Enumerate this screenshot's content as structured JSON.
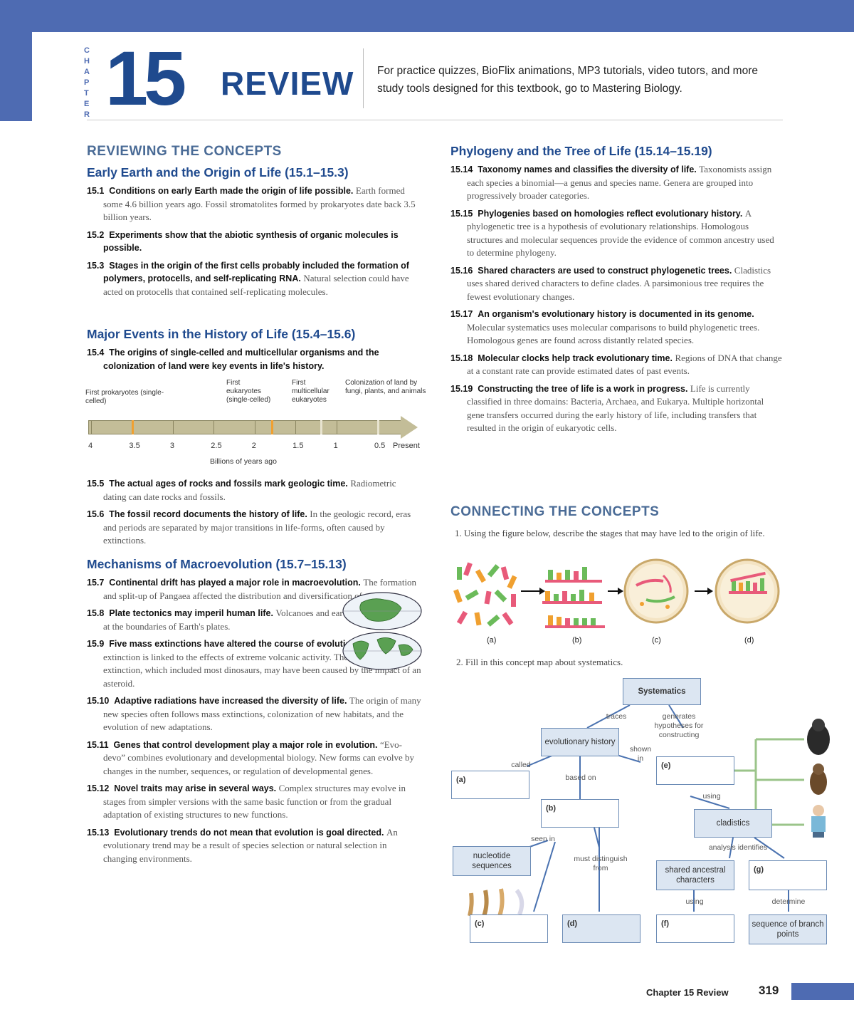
{
  "header": {
    "chapter_vertical": "CHAPTER",
    "number": "15",
    "title": "REVIEW",
    "practice_text": "For practice quizzes, BioFlix animations, MP3 tutorials, video tutors, and more study tools designed for this textbook, go to Mastering Biology."
  },
  "left": {
    "heading": "REVIEWING THE CONCEPTS",
    "s1": {
      "title": "Early Earth and the Origin of Life (15.1–15.3)",
      "items": [
        {
          "num": "15.1",
          "bold": "Conditions on early Earth made the origin of life possible.",
          "body": "Earth formed some 4.6 billion years ago. Fossil stromatolites formed by prokaryotes date back 3.5 billion years."
        },
        {
          "num": "15.2",
          "bold": "Experiments show that the abiotic synthesis of organic molecules is possible.",
          "body": ""
        },
        {
          "num": "15.3",
          "bold": "Stages in the origin of the first cells probably included the formation of polymers, protocells, and self-replicating RNA.",
          "body": "Natural selection could have acted on protocells that contained self-replicating molecules."
        }
      ]
    },
    "s2": {
      "title": "Major Events in the History of Life (15.4–15.6)",
      "item4": {
        "num": "15.4",
        "bold": "The origins of single-celled and multicellular organisms and the colonization of land were key events in life's history.",
        "body": ""
      },
      "items": [
        {
          "num": "15.5",
          "bold": "The actual ages of rocks and fossils mark geologic time.",
          "body": "Radiometric dating can date rocks and fossils."
        },
        {
          "num": "15.6",
          "bold": "The fossil record documents the history of life.",
          "body": "In the geologic record, eras and periods are separated by major transitions in life-forms, often caused by extinctions."
        }
      ]
    },
    "timeline": {
      "label_prok": "First prokaryotes (single-celled)",
      "label_euk": "First eukaryotes (single-celled)",
      "label_multi": "First multicellular eukaryotes",
      "label_colon": "Colonization of land by fungi, plants, and animals",
      "ticks": [
        "4",
        "3.5",
        "3",
        "2.5",
        "2",
        "1.5",
        "1",
        "0.5",
        "Present"
      ],
      "axis_label": "Billions of years ago",
      "events_bya": [
        3.5,
        1.8,
        1.2,
        0.5
      ],
      "colors": {
        "bar": "#c3bd98",
        "marker_orange": "#f0a030",
        "marker_light": "#e8e4d0"
      }
    },
    "s3": {
      "title": "Mechanisms of Macroevolution (15.7–15.13)",
      "items": [
        {
          "num": "15.7",
          "bold": "Continental drift has played a major role in macroevolution.",
          "body": "The formation and split-up of Pangaea affected the distribution and diversification of organisms."
        },
        {
          "num": "15.8",
          "bold": "Plate tectonics may imperil human life.",
          "body": "Volcanoes and earthquakes often occur at the boundaries of Earth's plates."
        },
        {
          "num": "15.9",
          "bold": "Five mass extinctions have altered the course of evolution.",
          "body": "The Permian extinction is linked to the effects of extreme volcanic activity. The Cretaceous extinction, which included most dinosaurs, may have been caused by the impact of an asteroid."
        },
        {
          "num": "15.10",
          "bold": "Adaptive radiations have increased the diversity of life.",
          "body": "The origin of many new species often follows mass extinctions, colonization of new habitats, and the evolution of new adaptations."
        },
        {
          "num": "15.11",
          "bold": "Genes that control development play a major role in evolution.",
          "body": "“Evo-devo” combines evolutionary and developmental biology. New forms can evolve by changes in the number, sequences, or regulation of developmental genes."
        },
        {
          "num": "15.12",
          "bold": "Novel traits may arise in several ways.",
          "body": "Complex structures may evolve in stages from simpler versions with the same basic function or from the gradual adaptation of existing structures to new functions."
        },
        {
          "num": "15.13",
          "bold": "Evolutionary trends do not mean that evolution is goal directed.",
          "body": "An evolutionary trend may be a result of species selection or natural selection in changing environments."
        }
      ]
    }
  },
  "right": {
    "s4": {
      "title": "Phylogeny and the Tree of Life (15.14–15.19)",
      "items": [
        {
          "num": "15.14",
          "bold": "Taxonomy names and classifies the diversity of life.",
          "body": "Taxonomists assign each species a binomial—a genus and species name. Genera are grouped into progressively broader categories."
        },
        {
          "num": "15.15",
          "bold": "Phylogenies based on homologies reflect evolutionary history.",
          "body": "A phylogenetic tree is a hypothesis of evolutionary relationships. Homologous structures and molecular sequences provide the evidence of common ancestry used to determine phylogeny."
        },
        {
          "num": "15.16",
          "bold": "Shared characters are used to construct phylogenetic trees.",
          "body": "Cladistics uses shared derived characters to define clades. A parsimonious tree requires the fewest evolutionary changes."
        },
        {
          "num": "15.17",
          "bold": "An organism's evolutionary history is documented in its genome.",
          "body": "Molecular systematics uses molecular comparisons to build phylogenetic trees. Homologous genes are found across distantly related species."
        },
        {
          "num": "15.18",
          "bold": "Molecular clocks help track evolutionary time.",
          "body": "Regions of DNA that change at a constant rate can provide estimated dates of past events."
        },
        {
          "num": "15.19",
          "bold": "Constructing the tree of life is a work in progress.",
          "body": "Life is currently classified in three domains: Bacteria, Archaea, and Eukarya. Multiple horizontal gene transfers occurred during the early history of life, including transfers that resulted in the origin of eukaryotic cells."
        }
      ]
    },
    "connecting": {
      "heading": "CONNECTING THE CONCEPTS",
      "q1": "1.  Using the figure below, describe the stages that may have led to the origin of life.",
      "fig_labels": [
        "(a)",
        "(b)",
        "(c)",
        "(d)"
      ],
      "q2": "2.  Fill in this concept map about systematics."
    },
    "cmap": {
      "systematics": "Systematics",
      "traces": "traces",
      "generates": "generates hypotheses for constructing",
      "evo_history": "evolutionary history",
      "shown_in": "shown in",
      "called": "called",
      "based_on": "based on",
      "using1": "using",
      "cladistics": "cladistics",
      "seen_in": "seen in",
      "must": "must distinguish from",
      "analysis": "analysis identifies",
      "nucleotide": "nucleotide sequences",
      "shared": "shared ancestral characters",
      "using2": "using",
      "determine": "determine",
      "sequence": "sequence of branch points",
      "a": "(a)",
      "b": "(b)",
      "c": "(c)",
      "d": "(d)",
      "e": "(e)",
      "f": "(f)",
      "g": "(g)"
    }
  },
  "footer": {
    "label": "Chapter 15 Review",
    "page": "319"
  }
}
